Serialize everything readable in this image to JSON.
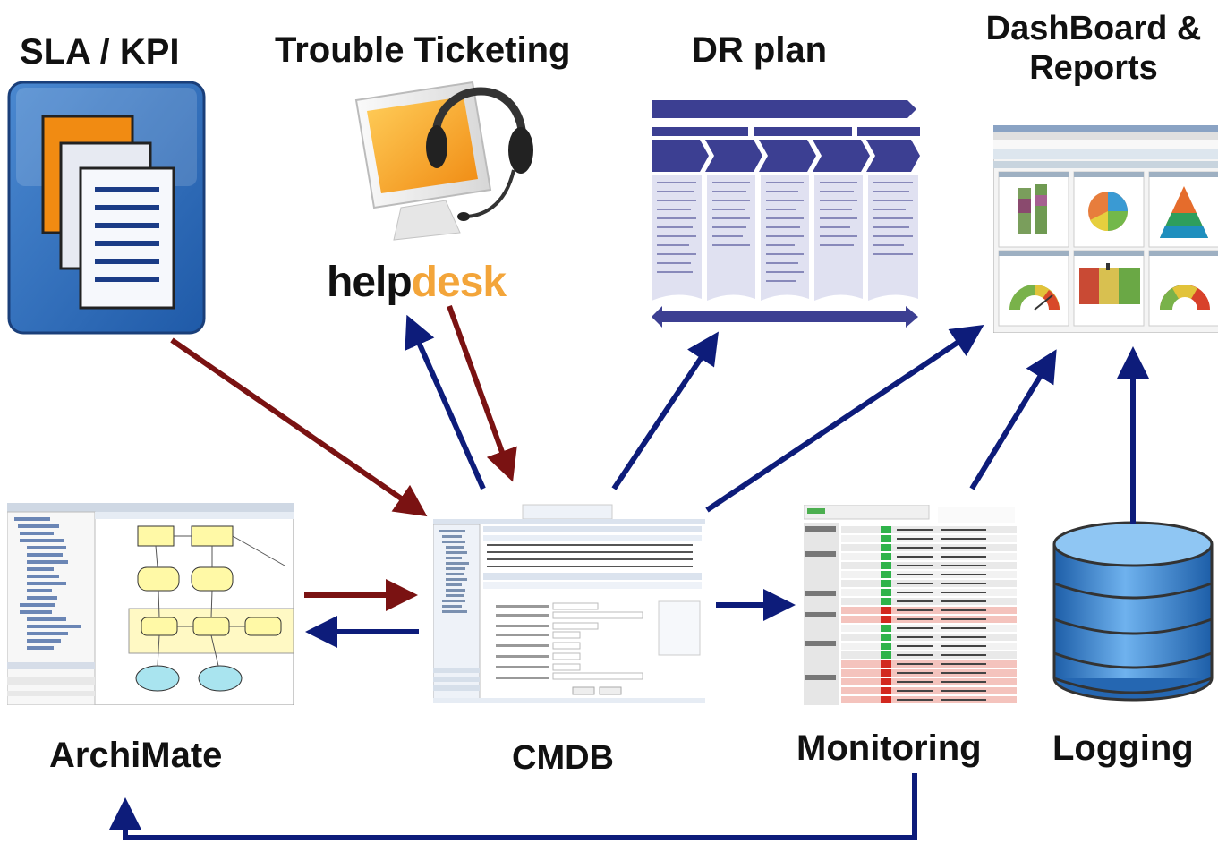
{
  "labels": {
    "sla_kpi": "SLA / KPI",
    "trouble_ticketing": "Trouble Ticketing",
    "dr_plan": "DR plan",
    "dashboard_line1": "DashBoard &",
    "dashboard_line2": "Reports",
    "archimate": "ArchiMate",
    "cmdb": "CMDB",
    "monitoring": "Monitoring",
    "logging": "Logging"
  },
  "helpdesk_logo": {
    "part1": "help",
    "part2": "desk"
  },
  "colors": {
    "arrow_red": "#7a1212",
    "arrow_blue": "#0d1c7a",
    "helpdesk_orange": "#f3a53a",
    "db_blue": "#2f78c4"
  },
  "icons": [
    "document-stack-icon",
    "monitor-headset-icon",
    "database-icon"
  ]
}
